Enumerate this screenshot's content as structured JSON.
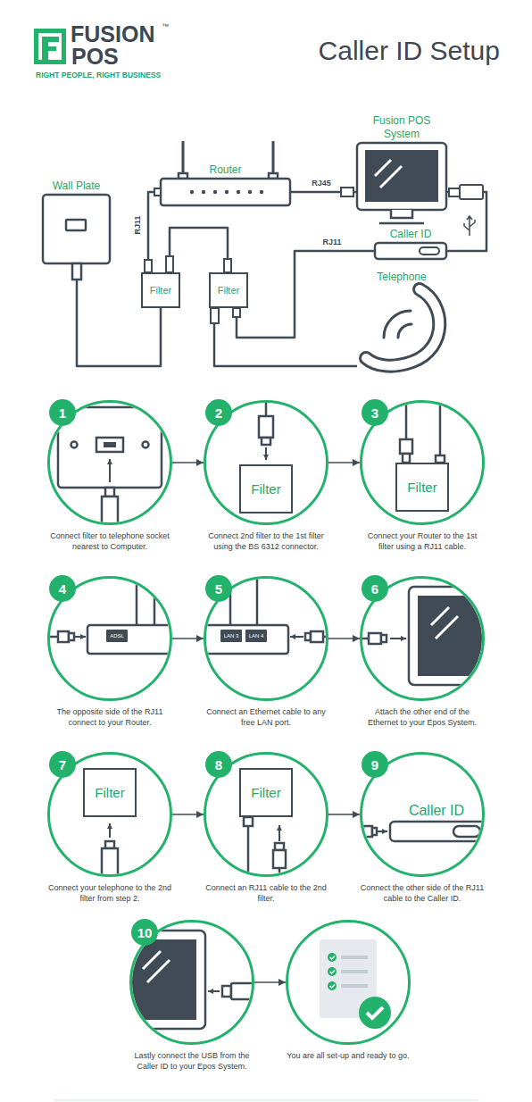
{
  "diagram": {
    "title": "Caller ID Setup",
    "nodes": [
      {
        "text": [
          "Wall Plate"
        ]
      },
      {
        "text": [
          "Router"
        ]
      },
      {
        "text": [
          "Fusion POS System"
        ]
      },
      {
        "text": [
          "Caller ID"
        ]
      },
      {
        "text": [
          "Filter"
        ]
      },
      {
        "text": [
          "Filter"
        ]
      },
      {
        "text": [
          "Telephone"
        ]
      },
      {
        "text": [
          "1"
        ]
      },
      {
        "text": [
          "Connect filter to telephone socket nearest to Computer."
        ]
      },
      {
        "text": [
          "2"
        ]
      },
      {
        "text": [
          "Connect 2nd filter to the 1st filter using the BS 6312 connector."
        ]
      },
      {
        "text": [
          "Filter"
        ],
        "in": 10
      },
      {
        "text": [
          "3"
        ]
      },
      {
        "text": [
          "Connect your Router to the 1st filter using a RJ11 cable."
        ]
      },
      {
        "text": [
          "Filter"
        ],
        "in": 13
      },
      {
        "text": [
          "4"
        ]
      },
      {
        "text": [
          "The opposite side of the RJ11 connect to your Router."
        ]
      },
      {
        "text": [
          "5"
        ]
      },
      {
        "text": [
          "Connect an Ethernet cable to any free LAN port."
        ]
      },
      {
        "text": [
          "6"
        ]
      },
      {
        "text": [
          "Attach the other end of the Ethernet to your Epos System."
        ]
      },
      {
        "text": [
          "7"
        ]
      },
      {
        "text": [
          "Connect your telephone to the 2nd filter from step 2."
        ]
      },
      {
        "text": [
          "Filter"
        ],
        "in": 22
      },
      {
        "text": [
          "8"
        ]
      },
      {
        "text": [
          "Connect an RJ11 cable to the 2nd filter."
        ]
      },
      {
        "text": [
          "Filter"
        ],
        "in": 25
      },
      {
        "text": [
          "9"
        ]
      },
      {
        "text": [
          "Connect the other side of the RJ11 cable to the Caller ID."
        ]
      },
      {
        "text": [
          "Caller ID"
        ],
        "in": 28
      },
      {
        "text": [
          "10"
        ]
      },
      {
        "text": [
          "Lastly connect the USB from the Caller ID to your Epos System."
        ]
      },
      {
        "text": [
          "You are all set-up and ready to go."
        ]
      }
    ],
    "edges": [
      {
        "from": 0,
        "to": 4,
        "arrow": "none"
      },
      {
        "from": 4,
        "to": 1,
        "arrow": "none",
        "label": "RJ11"
      },
      {
        "from": 4,
        "to": 5,
        "arrow": "none"
      },
      {
        "from": 1,
        "to": 2,
        "arrow": "none",
        "label": "RJ45"
      },
      {
        "from": 5,
        "to": 3,
        "arrow": "none",
        "label": "RJ11"
      },
      {
        "from": 5,
        "to": 6,
        "arrow": "none"
      },
      {
        "from": 3,
        "to": 2,
        "arrow": "none"
      },
      {
        "from": 8,
        "to": 10,
        "arrow": "to"
      },
      {
        "from": 10,
        "to": 13,
        "arrow": "to"
      },
      {
        "from": 16,
        "to": 18,
        "arrow": "to"
      },
      {
        "from": 18,
        "to": 20,
        "arrow": "to"
      },
      {
        "from": 22,
        "to": 25,
        "arrow": "to"
      },
      {
        "from": 25,
        "to": 28,
        "arrow": "to"
      },
      {
        "from": 31,
        "to": 32,
        "arrow": "to"
      }
    ],
    "labels": [
      "FUSION",
      "POS",
      "™",
      "RIGHT PEOPLE, RIGHT BUSINESS",
      "ADSL",
      "LAN 3",
      "LAN 4"
    ]
  }
}
